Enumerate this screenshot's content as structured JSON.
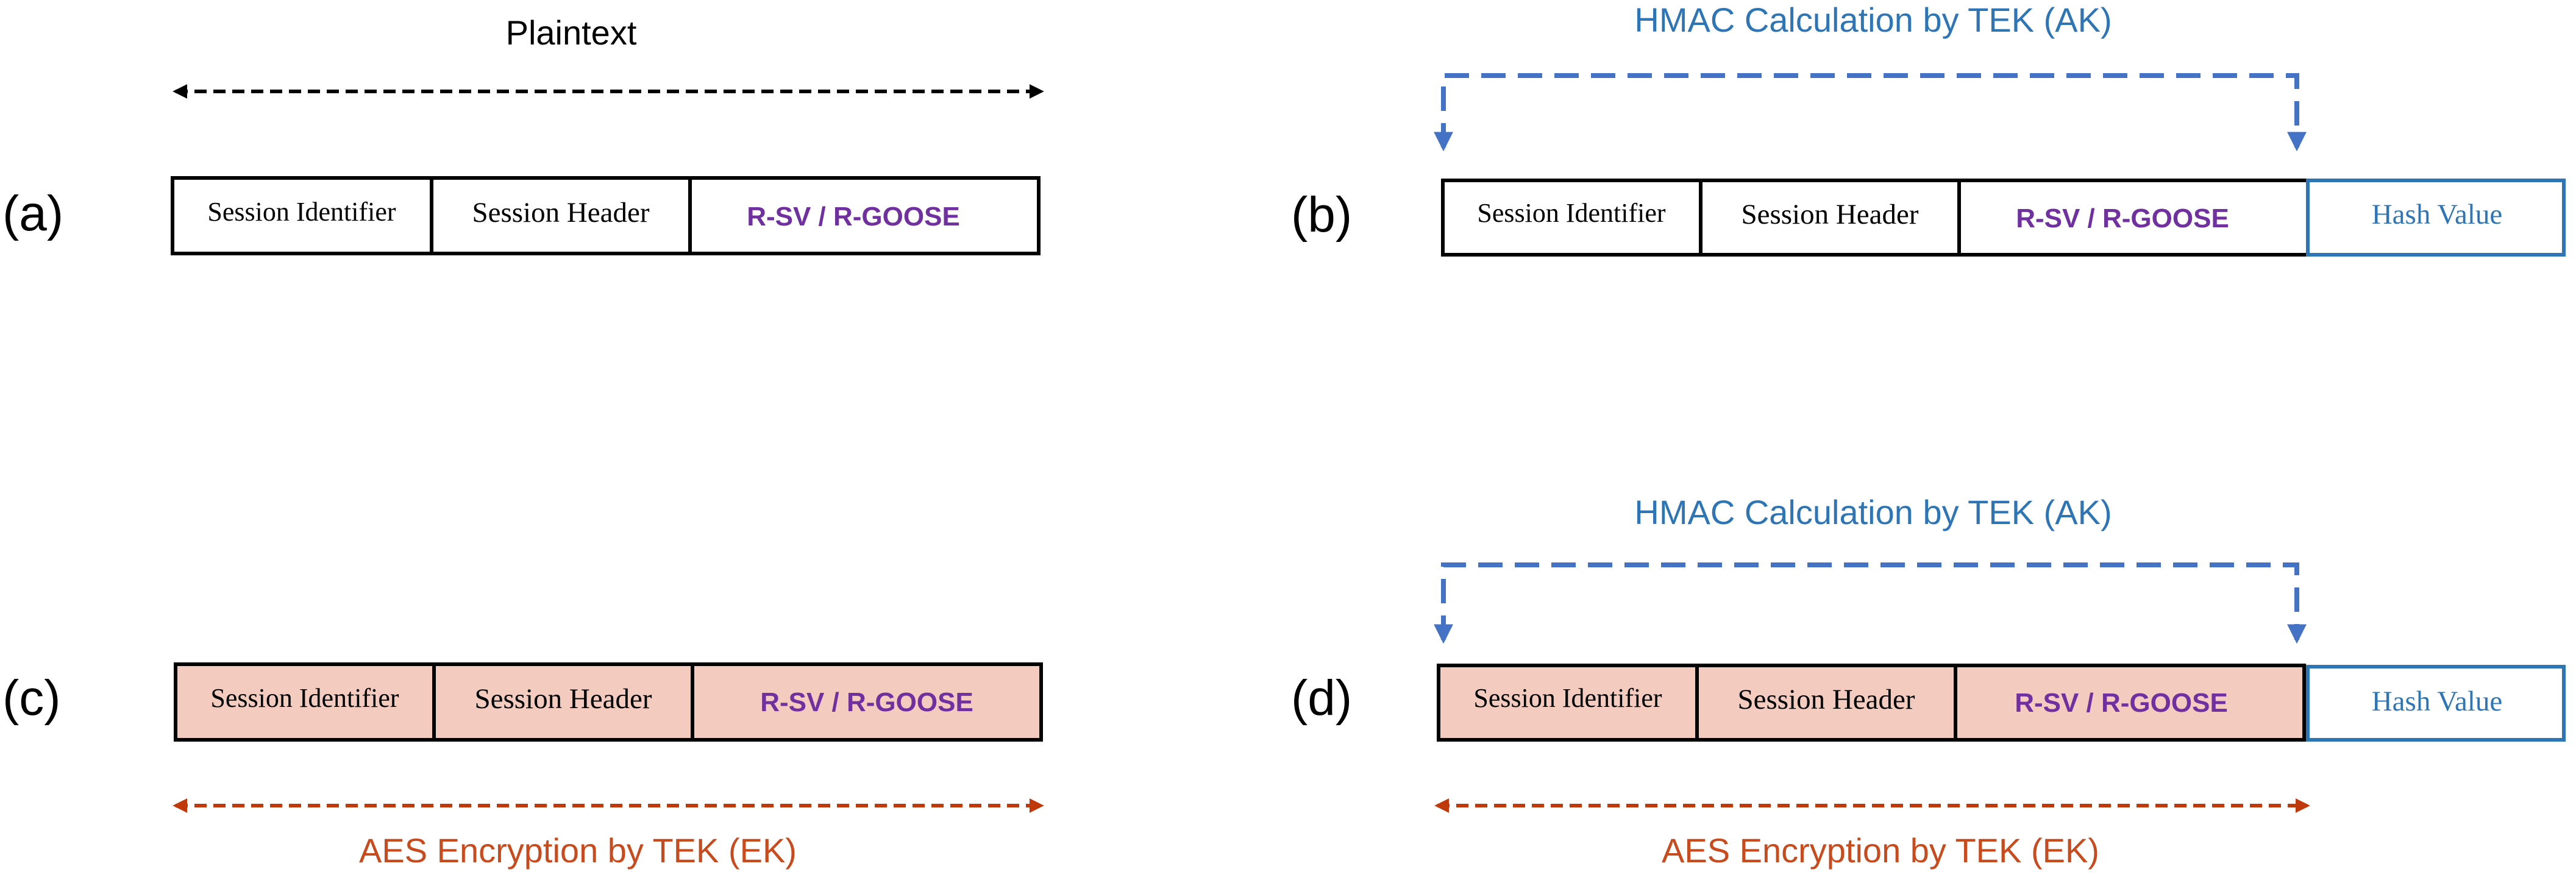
{
  "colors": {
    "black": "#000000",
    "hmac_blue": "#4472c4",
    "hmac_text": "#2e75b6",
    "aes_red": "#c0390b",
    "aes_text": "#c84b1e",
    "payload_purple": "#7030a0",
    "encrypted_fill": "#f4cbbf",
    "hash_text": "#2e75b6",
    "hash_border": "#2e75b6"
  },
  "panels": {
    "a": {
      "label": "(a)",
      "top_annotation": "Plaintext",
      "fields": [
        "Session Identifier",
        "Session Header",
        "R-SV / R-GOOSE"
      ]
    },
    "b": {
      "label": "(b)",
      "top_annotation": "HMAC Calculation by TEK (AK)",
      "fields": [
        "Session Identifier",
        "Session Header",
        "R-SV / R-GOOSE"
      ],
      "hash_field": "Hash Value"
    },
    "c": {
      "label": "(c)",
      "bottom_annotation": "AES Encryption by TEK (EK)",
      "fields": [
        "Session Identifier",
        "Session Header",
        "R-SV / R-GOOSE"
      ]
    },
    "d": {
      "label": "(d)",
      "top_annotation": "HMAC Calculation by TEK (AK)",
      "bottom_annotation": "AES Encryption by TEK (EK)",
      "fields": [
        "Session Identifier",
        "Session Header",
        "R-SV / R-GOOSE"
      ],
      "hash_field": "Hash Value"
    }
  }
}
